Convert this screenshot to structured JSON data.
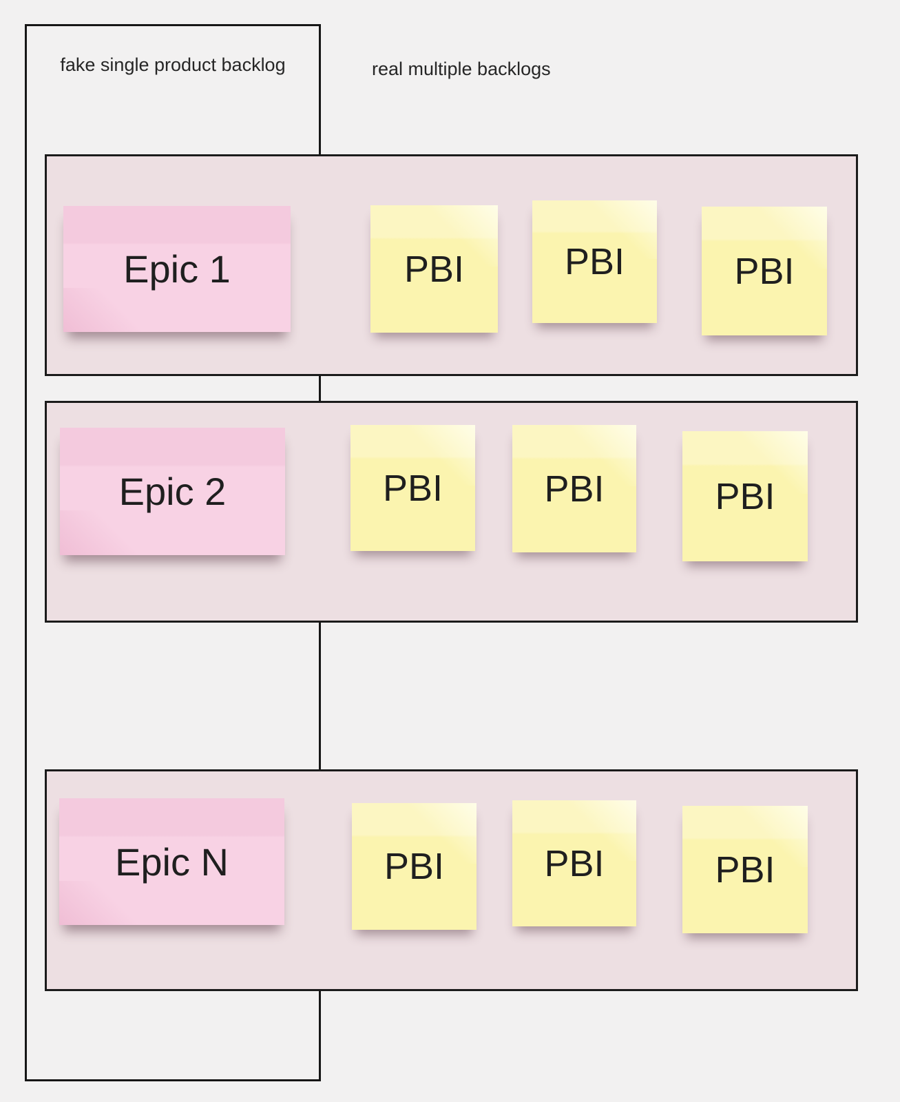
{
  "headers": {
    "left_label": "fake single product backlog",
    "right_label": "real multiple backlogs"
  },
  "backlogs": [
    {
      "epic_label": "Epic 1",
      "pbi_labels": [
        "PBI",
        "PBI",
        "PBI"
      ]
    },
    {
      "epic_label": "Epic 2",
      "pbi_labels": [
        "PBI",
        "PBI",
        "PBI"
      ]
    },
    {
      "epic_label": "Epic N",
      "pbi_labels": [
        "PBI",
        "PBI",
        "PBI"
      ]
    }
  ],
  "colors": {
    "page_background": "#f2f1f1",
    "outline_border": "#161616",
    "backlog_band_fill": "#eddfe2",
    "backlog_band_border": "#1b1b1b",
    "epic_note_pink": "#f8d2e4",
    "pbi_note_yellow": "#fbf4af",
    "note_text": "#1f1f1f"
  }
}
